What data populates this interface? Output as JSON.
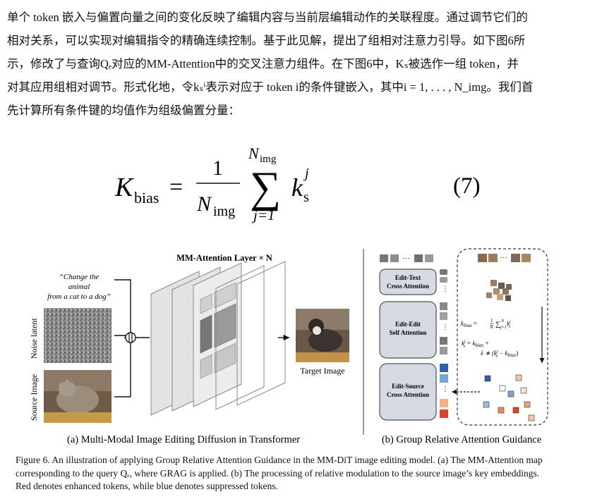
{
  "paragraph": {
    "line1": "单个 token 嵌入与偏置向量之间的变化反映了编辑内容与当前层编辑动作的关联程度。通过调节它们的",
    "line2": "相对关系，可以实现对编辑指令的精确连续控制。基于此见解，提出了组相对注意力引导。如下图6所",
    "line3": "示，修改了与查询Qₑ对应的MM-Attention中的交叉注意力组件。在下图6中，Kₛ被选作一组 token，并",
    "line4": "对其应用组相对调节。形式化地，令kₛⁱ表示对应于 token i的条件键嵌入，其中i = 1, . . . , N_img。我们首",
    "line5": "先计算所有条件键的均值作为组级偏置分量："
  },
  "equation": {
    "lhs": "K",
    "lhs_sub": "bias",
    "equals": "=",
    "numerator": "1",
    "denom": "N",
    "denom_sub": "img",
    "sum_top": "N",
    "sum_top_sub": "img",
    "sum_symbol": "∑",
    "sum_bottom": "j=1",
    "term": "k",
    "term_sub": "s",
    "term_sup": "j",
    "number": "(7)"
  },
  "figure": {
    "panel_a": {
      "prompt_line1": "“Change the",
      "prompt_line2": "animal",
      "prompt_line3": "from a cat to a dog”",
      "noise_label": "Noise latent",
      "source_label": "Source Image",
      "layer_title": "MM-Attention Layer × N",
      "target_label": "Target Image",
      "caption": "(a) Multi-Modal Image Editing Diffusion in Transformer"
    },
    "panel_b": {
      "box1_line1": "Edit-Text",
      "box1_line2": "Cross Attention",
      "box2_line1": "Edit-Edit",
      "box2_line2": "Self Attention",
      "box3_line1": "Edit-Source",
      "box3_line2": "Cross Attention",
      "dots": "···",
      "vdots": "⋮",
      "formula1_a": "k",
      "formula1_b": "bias",
      "formula1_c": " = ",
      "formula1_d": "1",
      "formula1_e": "N",
      "formula1_f": "∑",
      "formula1_g": "N",
      "formula1_h": "j=1",
      "formula1_i": " k",
      "formula1_j": "j",
      "formula1_k": "s",
      "formula2_a": "k",
      "formula2_b": "j",
      "formula2_c": "s",
      "formula2_d": " = k",
      "formula2_e": "bias",
      "formula2_f": " +",
      "formula2_g": "λ ∗ (k",
      "formula2_h": "j",
      "formula2_i": "s",
      "formula2_j": " − k",
      "formula2_k": "bias",
      "formula2_l": ")",
      "caption": "(b) Group Relative Attention Guidance"
    }
  },
  "caption": {
    "line1": "Figure 6. An illustration of applying Group Relative Attention Guidance in the MM-DiT image editing model. (a) The MM-Attention map",
    "line2": "corresponding to the query Qₑ, where GRAG is applied. (b) The processing of relative modulation to the source image’s key embeddings.",
    "line3": "Red denotes enhanced tokens, while blue denotes suppressed tokens."
  },
  "colors": {
    "enhanced": "#d9452b",
    "suppressed": "#2b62a8",
    "box_fill": "#d6dbe3",
    "box_stroke": "#4a4f58"
  }
}
